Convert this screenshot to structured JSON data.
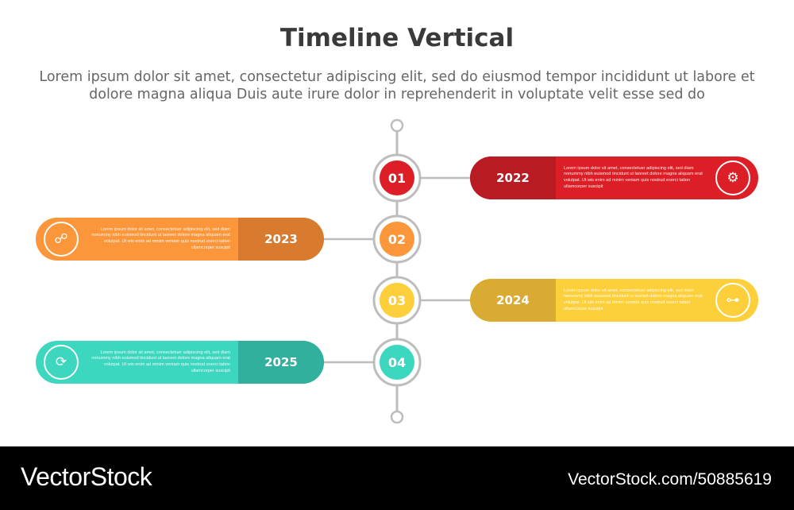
{
  "title": "Timeline Vertical",
  "subtitle": "Lorem ipsum dolor sit amet, consectetur adipiscing elit, sed do eiusmod tempor incididunt ut labore et dolore magna aliqua Duis aute irure dolor in reprehenderit in voluptate velit esse sed do",
  "steps": [
    {
      "number": "01",
      "year": "2022",
      "side": "right",
      "color": "#dc1f26",
      "dark": "#b81b22",
      "icon": "gear-hand-icon",
      "text": "Lorem ipsum dolor sit amet, consectetuer adipiscing elit, sed diam nonummy nibh euismod tincidunt ut laoreet dolore magna aliquam erat volutpat. Ut wis enim ad minim veniam quis nostrud exerci tation ullamcorper suscipit"
    },
    {
      "number": "02",
      "year": "2023",
      "side": "left",
      "color": "#fb963a",
      "dark": "#d87b2f",
      "icon": "network-person-icon",
      "text": "Lorem ipsum dolor sit amet, consectetuer adipiscing elit, sed diam nonummy nibh euismod tincidunt ut laoreet dolore magna aliquam erat volutpat. Ut wis enim ad minim veniam quis nostrud exerci tation ullamcorper suscipit"
    },
    {
      "number": "03",
      "year": "2024",
      "side": "right",
      "color": "#fdd03b",
      "dark": "#d9ab32",
      "icon": "dumbbell-icon",
      "text": "Lorem ipsum dolor sit amet, consectetuer adipiscing elit, sed diam nonummy nibh euismod tincidunt ut laoreet dolore magna aliquam erat volutpat. Ut wis enim ad minim veniam quis nostrud exerci tation ullamcorper suscipit"
    },
    {
      "number": "04",
      "year": "2025",
      "side": "left",
      "color": "#3dd6bf",
      "dark": "#31b09e",
      "icon": "gear-cycle-icon",
      "text": "Lorem ipsum dolor sit amet, consectetuer adipiscing elit, sed diam nonummy nibh euismod tincidunt ut laoreet dolore magna aliquam erat volutpat. Ut wis enim ad minim veniam quis nostrud exerci tation ullamcorper suscipit"
    }
  ],
  "footer": {
    "brand": "VectorStock",
    "ref": "VectorStock.com/50885619"
  }
}
